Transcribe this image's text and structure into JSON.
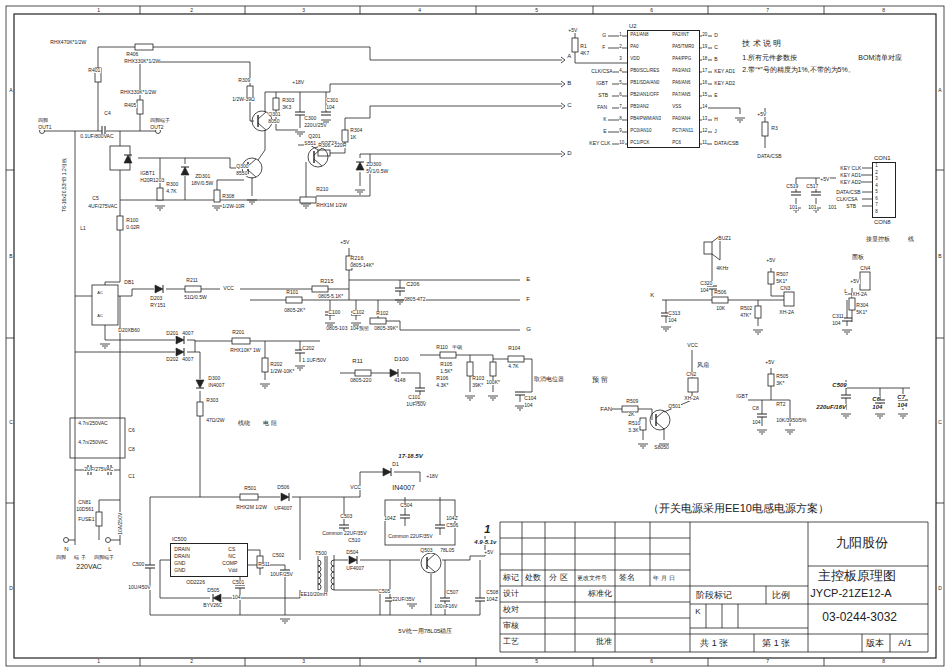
{
  "diagram": {
    "caption": "（开关电源采用EE10电感电源方案）",
    "nodes": [
      {
        "text": [
          "U2"
        ]
      },
      {
        "text": [
          "CON1",
          "CON8"
        ]
      },
      {
        "text": [
          "IC500"
        ]
      }
    ],
    "labels": [
      "RHX470K*1/2W",
      "R401",
      "R406",
      "RHX330K*1/2W",
      "RHX330K*1/2W",
      "R405",
      "C4",
      "0.1UF/800VAC",
      "四脚",
      "OUT1",
      "四脚端子",
      "OUT2",
      "IGBT1",
      "H20R1203",
      "R300",
      "4.7K",
      "ZD301",
      "18V/0.5W",
      "R309",
      "1/2W-39Ω",
      "Q301",
      "8050",
      "Q300",
      "8550",
      "R303",
      "3K3",
      "+18V",
      "C300",
      "220U/25V",
      "C301",
      "104",
      "R304",
      "1K",
      "Q201",
      "S551（SOT23）",
      "R306",
      "220R",
      "ZD300",
      "5V1/0.5W",
      "R308",
      "1/2W-10R",
      "R210",
      "RHX1M 1/2W",
      "C5",
      "4UF/275VAC",
      "L1",
      "R100",
      "0.02R",
      "T6-16x20,53HB 1.2引线",
      "A",
      "B",
      "C",
      "D",
      "DB1",
      "D20XB60",
      "D203",
      "RY151",
      "R211",
      "51Ω/0.5W",
      "VCC",
      "+5V",
      "R216",
      "0805-14K*",
      "R215",
      "0805-5.1K*",
      "C206",
      "0805-472",
      "R101",
      "0805-2K*",
      "C100",
      "0805-103",
      "C102",
      "104预留",
      "R102",
      "0805-39K*",
      "E",
      "F",
      "G",
      "D201",
      "4007",
      "D202",
      "4007",
      "R201",
      "RHX10K* 1W",
      "R202",
      "1/2W-10K*",
      "C202",
      "1.1UF/50V",
      "D300",
      "IN4007",
      "R303",
      "47Ω/2W",
      "线绕",
      "电 阻",
      "R11",
      "0805-220",
      "D100",
      "4148",
      "R110",
      "干锅",
      "R105",
      "1.5K*",
      "C101",
      "1UF/50V",
      "R106",
      "4.3K*",
      "R103",
      "39K*",
      "100K*",
      "R104",
      "4.7K",
      "C104",
      "104",
      "取消电位器",
      "预 留",
      "AC",
      "AC",
      "4.7n/250VAC",
      "C6",
      "4.7n/250VAC",
      "C8",
      "2UF/275VAC",
      "C1",
      "CN81",
      "10D561",
      "FUSE1",
      "10A/250V",
      "N",
      "L",
      "四脚",
      "端 子",
      "四脚端子",
      "220VAC",
      "R501",
      "RHX2M 1/2W",
      "D506",
      "UF4007",
      "VCC",
      "17-18.5V",
      "D1",
      "+18V",
      "IN4007",
      "C503",
      "Common 22UF/35V",
      "C510",
      "C504",
      "104Z",
      "104Z",
      "C506",
      "Common 22UF/35V",
      "OD2226",
      "DRAIN",
      "CS",
      "DRAIN",
      "NC",
      "GND",
      "COMP",
      "GND",
      "Vdd",
      "C500",
      "10U/450V",
      "D505",
      "BYV26C",
      "C502",
      "10UF/25V",
      "R511",
      "C501",
      "104",
      "T500",
      "EE10/20mH",
      "D504",
      "UF4007",
      "Q503",
      "78L05",
      "C505",
      "22UF/35V",
      "C507",
      "100nF16V",
      "C508",
      "104Z",
      "5V统一用78L05稳压",
      "1",
      "4.9-5.1v",
      "+5V",
      "1",
      "PA1/AN8",
      "PA2/INT",
      "20",
      "2",
      "PA0",
      "PA5/TMR0",
      "19",
      "3",
      "VDD",
      "PA4/PPG",
      "18",
      "4",
      "PB0/SCL/RES",
      "PA3/AN3",
      "17",
      "5",
      "PB1/SDA/AN0",
      "PA6/AN6",
      "16",
      "6",
      "PB2/AN1/OFF",
      "PA7/AN5",
      "15",
      "7",
      "PB3/AN2",
      "VSS",
      "14",
      "8",
      "PB4/PWM/AN3",
      "PA0/AN4",
      "13",
      "9",
      "PC0/AN10",
      "PC7/AN11",
      "12",
      "10",
      "PC1/PCK",
      "PC6",
      "11",
      "G",
      "F",
      "CLK/CSA",
      "IGBT",
      "STB",
      "FAN",
      "K",
      "E",
      "KEY CLK",
      "D",
      "C",
      "B",
      "KEY AD1",
      "KEY AD2",
      "E",
      "H",
      "J",
      "DATA/CSB",
      "+5V",
      "R1",
      "4K7",
      "+5V",
      "R3",
      "DATA/CSB",
      "技 术 说 明",
      "1.所有元件参数按",
      "BOM清单对应",
      "2.带“*”号的精度为1%,不带的为5%。",
      "KEY CLK",
      "KEY AD1",
      "KEY AD2",
      "DATA/CSB",
      "CLK/CSA",
      "STB",
      "1",
      "2",
      "3",
      "4",
      "5",
      "6",
      "7",
      "8",
      "C519",
      "101",
      "C517",
      "101",
      "+5V",
      "101",
      "接显控板",
      "线",
      "BUZ1",
      "4KHz",
      "C320",
      "104",
      "R506",
      "10K",
      "C313",
      "104",
      "K",
      "+5V",
      "R507",
      "5K1*",
      "R502",
      "47K*",
      "CN3",
      "XH-2A",
      "面板",
      "CN4",
      "XH-2A",
      "C311",
      "104",
      "R304",
      "5K1*",
      "+5V",
      "L",
      "VCC",
      "风扇",
      "CN2",
      "XH-2A",
      "FAN",
      "R509",
      "2K",
      "Q501",
      "S8050",
      "R510",
      "3.3K",
      "+5V",
      "R505",
      "3K*",
      "IGBT",
      "C8",
      "104",
      "RT2",
      "10K/3950/5%",
      "C509",
      "220uF/16V",
      "C6",
      "104",
      "C7",
      "104",
      "九阳股份",
      "主控板原理图",
      "JYCP-21ZE12-A",
      "03-0244-3032",
      "标记",
      "处数",
      "分 区",
      "更改文件号",
      "签名",
      "年 月 日",
      "设计",
      "标准化",
      "校对",
      "审核",
      "工艺",
      "批准",
      "阶段标记",
      "比例",
      "K",
      "共 1 张",
      "第 1 张",
      "版本",
      "A/1",
      "1",
      "2",
      "3",
      "4",
      "5",
      "6",
      "7",
      "8",
      "1",
      "2",
      "3",
      "4",
      "5",
      "6",
      "7",
      "8",
      "A",
      "B",
      "C",
      "D",
      "A",
      "B",
      "C",
      "D"
    ]
  }
}
